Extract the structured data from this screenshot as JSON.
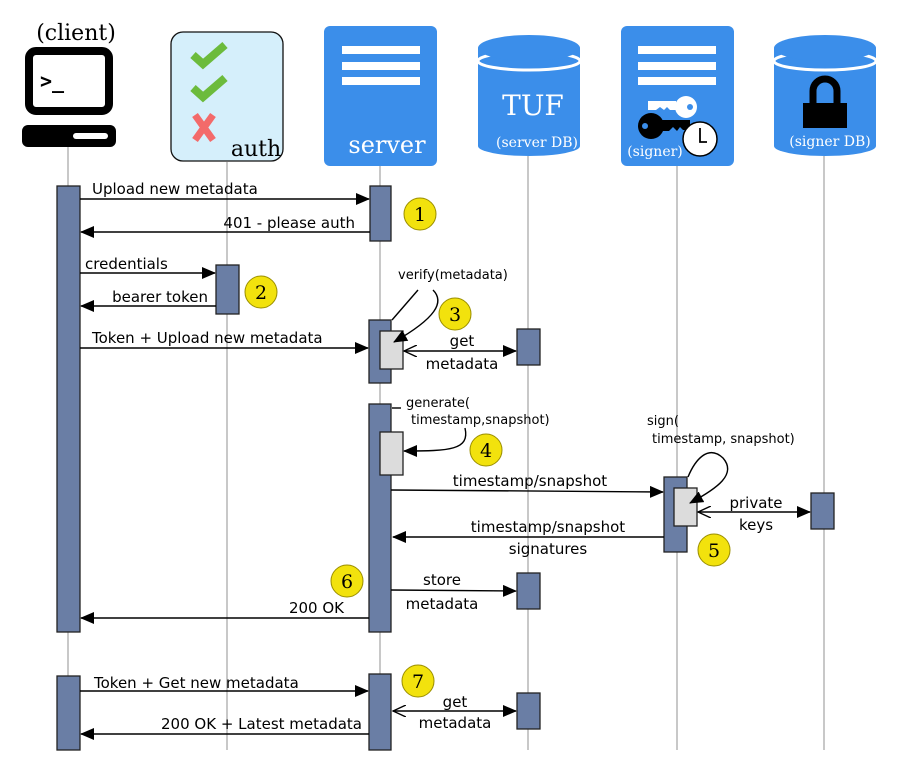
{
  "participants": {
    "client": {
      "label": "(client)",
      "prompt": ">_"
    },
    "auth": {
      "label": "auth"
    },
    "server": {
      "label": "server"
    },
    "server_db": {
      "title": "TUF",
      "label": "(server DB)"
    },
    "signer": {
      "label": "(signer)"
    },
    "signer_db": {
      "label": "(signer DB)"
    }
  },
  "colors": {
    "participant_blue": "#3b8eea",
    "auth_bg": "#d5effb",
    "activation": "#6a7ea5",
    "self_call_box": "#dcdcdc",
    "step_badge": "#f2e20d",
    "check_green": "#6cbb3c",
    "cross_red": "#f36a6a"
  },
  "messages": {
    "m1": "Upload new metadata",
    "m2": "401 - please auth",
    "m3": "credentials",
    "m4": "bearer token",
    "m5": "Token + Upload new metadata",
    "m6_line1": "get",
    "m6_line2": "metadata",
    "m7": "timestamp/snapshot",
    "m8_line1": "timestamp/snapshot",
    "m8_line2": "signatures",
    "m9_line1": "private",
    "m9_line2": "keys",
    "m10_line1": "store",
    "m10_line2": "metadata",
    "m11": "200 OK",
    "m12": "Token + Get new metadata",
    "m13": "200 OK + Latest metadata",
    "m14_line1": "get",
    "m14_line2": "metadata"
  },
  "notes": {
    "verify": "verify(metadata)",
    "generate_line1": "generate(",
    "generate_line2": "timestamp,snapshot)",
    "sign_line1": "sign(",
    "sign_line2": "timestamp, snapshot)"
  },
  "steps": [
    "1",
    "2",
    "3",
    "4",
    "5",
    "6",
    "7"
  ]
}
